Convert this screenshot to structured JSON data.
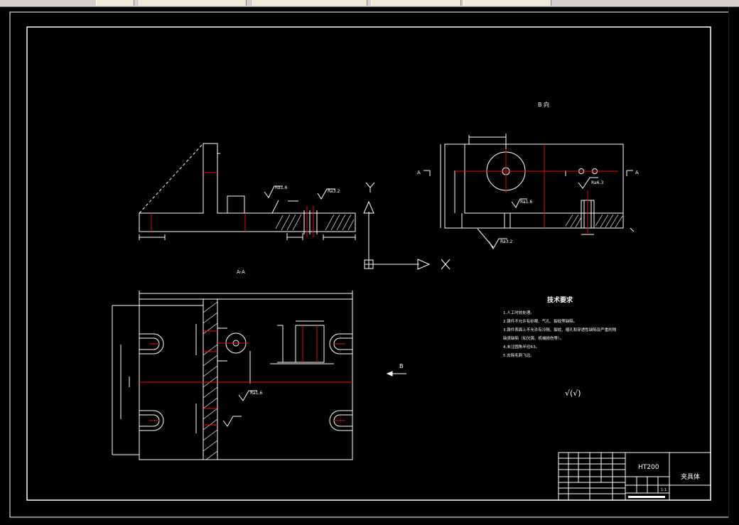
{
  "drawing": {
    "view_b_label": "B 向",
    "section_label": "A-A",
    "arrow_b_label": "B",
    "arrow_a_left": "A",
    "arrow_a_right": "A",
    "axis_y": "Y",
    "axis_x": "X",
    "tech_title": "技术要求",
    "tech_items": [
      "1.人工时效处理。",
      "2.铸件不允许有砂眼、气孔、裂纹等缺陷。",
      "3.铸件表面上不允许有冷隔、裂纹、缩孔和穿透性缺陷及严重的残",
      "缺类缺陷（如欠铸、机械损伤等）。",
      "4.未注圆角半径R3。",
      "5.去除毛刺飞边。"
    ],
    "roughness_note": "√(√)",
    "roughness_labels": [
      "Ra1.6",
      "Ra3.2",
      "Ra6.3",
      "Ra1.6",
      "Ra3.2",
      "Ra1.6"
    ]
  },
  "title_block": {
    "material": "HT200",
    "part_name": "夹具体",
    "scale": "1:1"
  }
}
